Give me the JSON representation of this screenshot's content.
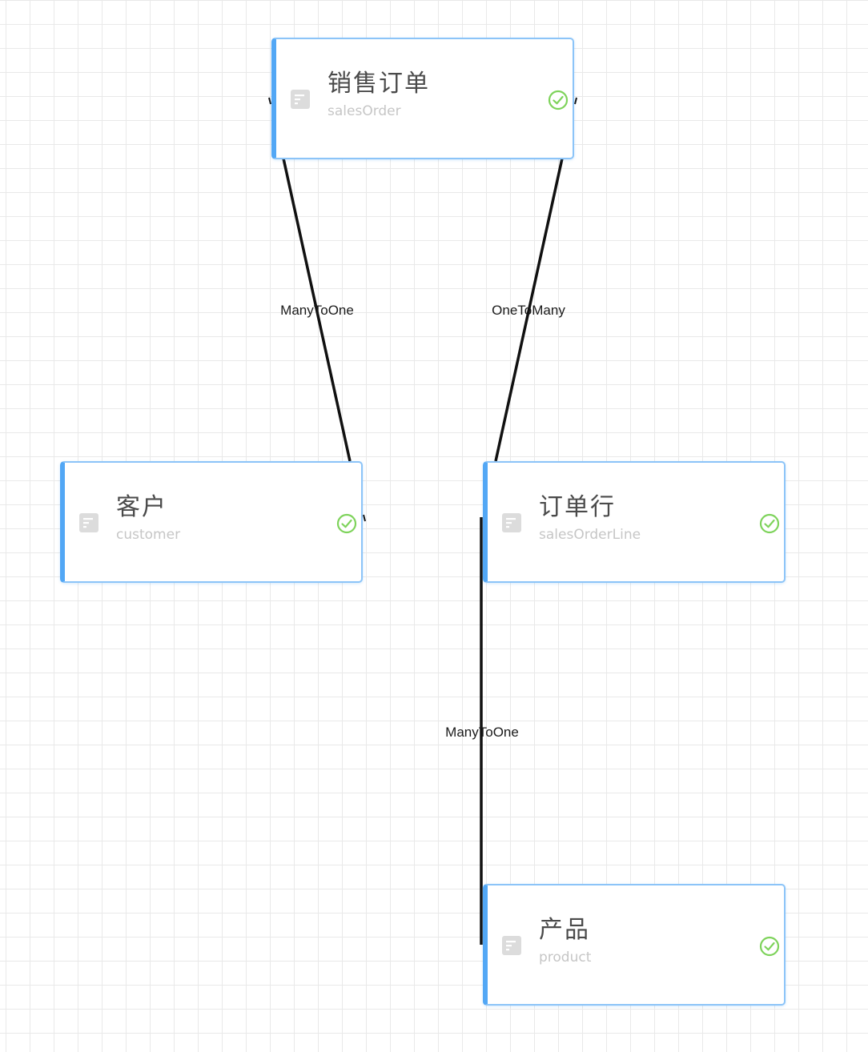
{
  "nodes": [
    {
      "id": "salesOrder",
      "title": "销售订单",
      "subtitle": "salesOrder",
      "icon": "entity-icon",
      "status_icon": "check-circle-icon"
    },
    {
      "id": "customer",
      "title": "客户",
      "subtitle": "customer",
      "icon": "entity-icon",
      "status_icon": "check-circle-icon"
    },
    {
      "id": "salesOrderLine",
      "title": "订单行",
      "subtitle": "salesOrderLine",
      "icon": "entity-icon",
      "status_icon": "check-circle-icon"
    },
    {
      "id": "product",
      "title": "产品",
      "subtitle": "product",
      "icon": "entity-icon",
      "status_icon": "check-circle-icon"
    }
  ],
  "edges": [
    {
      "from": "salesOrder",
      "to": "customer",
      "label": "ManyToOne"
    },
    {
      "from": "salesOrder",
      "to": "salesOrderLine",
      "label": "OneToMany"
    },
    {
      "from": "salesOrderLine",
      "to": "product",
      "label": "ManyToOne"
    }
  ],
  "colors": {
    "node_border": "#8cc4f8",
    "node_accent": "#52a7f5",
    "check": "#7ed35b",
    "edge": "#111111",
    "grid": "#e9e9e9"
  }
}
